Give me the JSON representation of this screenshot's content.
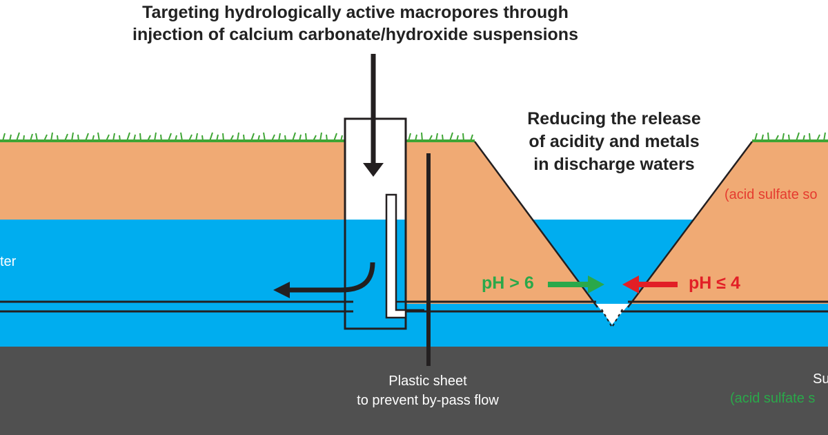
{
  "title_lines": [
    "Targeting hydrologically active macropores through",
    "injection of calcium carbonate/hydroxide suspensions"
  ],
  "reducing_lines": [
    "Reducing the release",
    "of acidity and metals",
    "in discharge waters"
  ],
  "labels": {
    "soil_layer_right": "(acid sulfate so",
    "water_layer_left": "ter",
    "ph_high": "pH > 6",
    "ph_low": "pH ≤ 4",
    "plastic_sheet_lines": [
      "Plastic sheet",
      "to prevent by-pass flow"
    ],
    "subsoil_right": "Su",
    "subsoil_right_note": "(acid sulfate s"
  },
  "colors": {
    "soil": "#f0aa74",
    "groundwater": "#00adef",
    "subsoil": "#505050",
    "grass": "#3fa535",
    "outline": "#231f20",
    "ph_high": "#2aa84a",
    "ph_low": "#e21f26"
  }
}
